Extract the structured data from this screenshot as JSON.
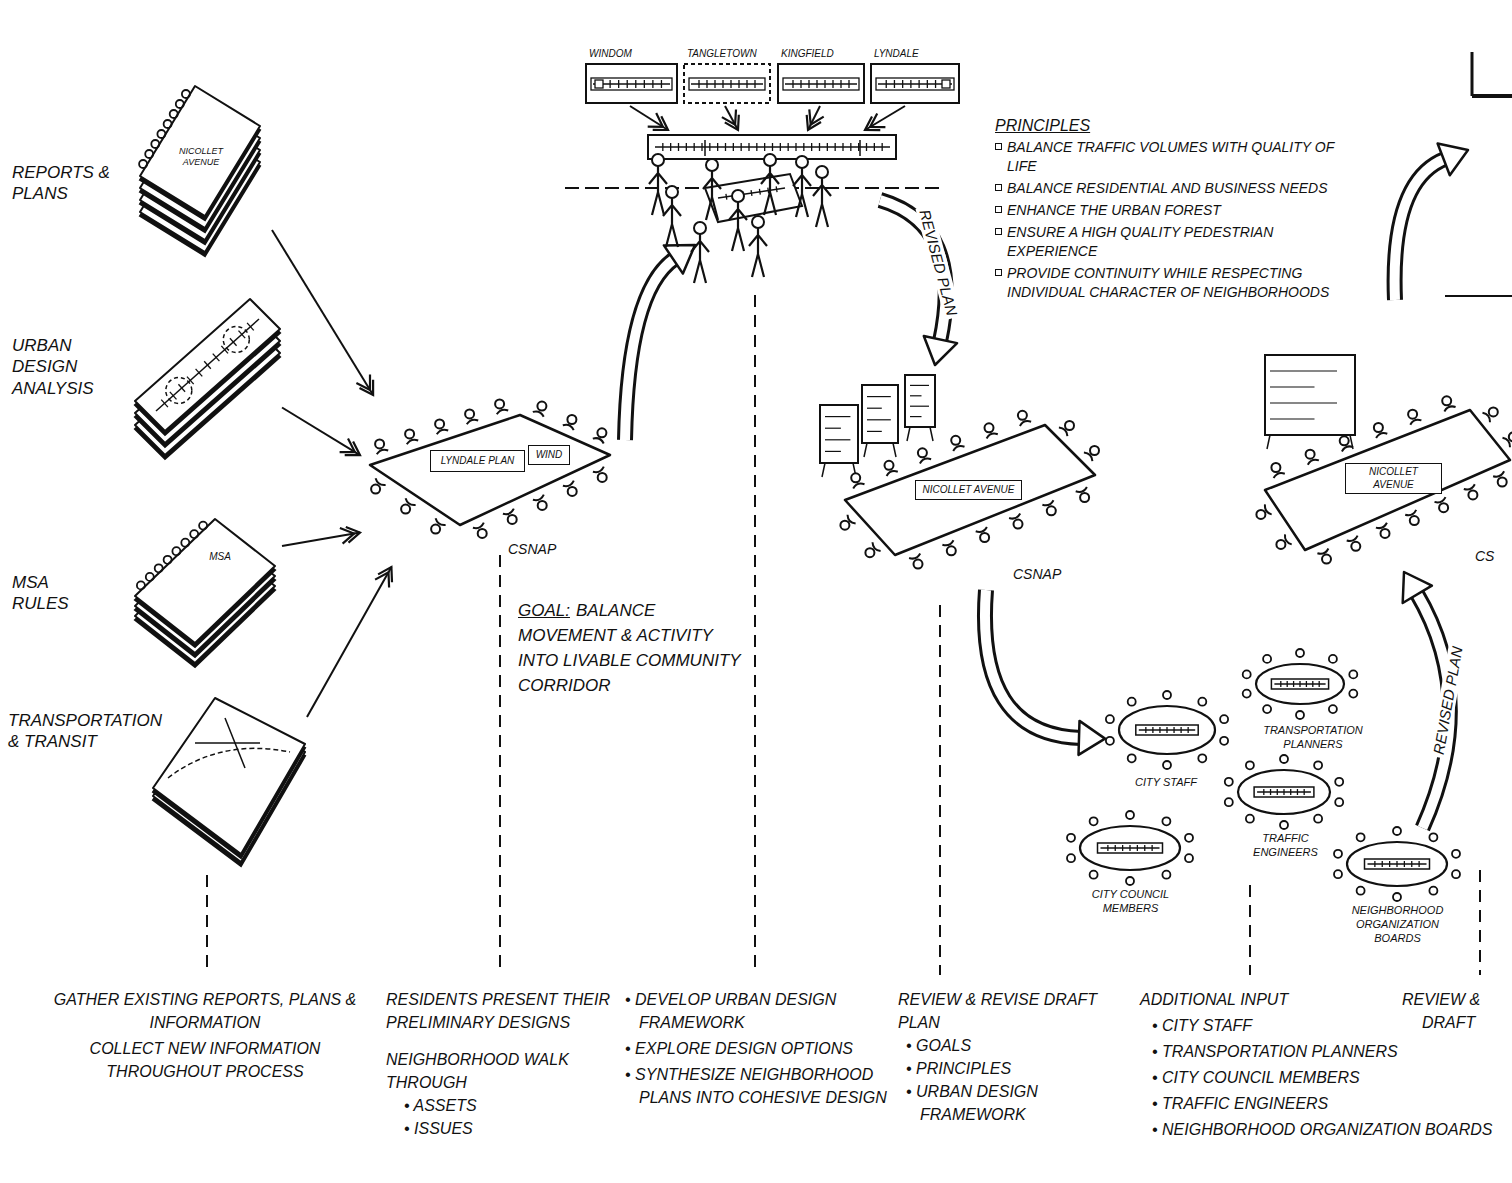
{
  "diagram": {
    "nodes": [
      {
        "text": [
          "REPORTS & PLANS",
          "NICOLLET AVENUE"
        ]
      },
      {
        "text": [
          "URBAN DESIGN ANALYSIS"
        ]
      },
      {
        "text": [
          "MSA RULES",
          "MSA"
        ]
      },
      {
        "text": [
          "TRANSPORTATION & TRANSIT"
        ]
      },
      {
        "text": [
          "CSNAP"
        ]
      },
      {
        "text": [
          "LYNDALE PLAN"
        ],
        "in": 4
      },
      {
        "text": [
          "WIND"
        ],
        "in": 4
      },
      {
        "text": [
          "WINDOM"
        ]
      },
      {
        "text": [
          "TANGLETOWN"
        ]
      },
      {
        "text": [
          "KINGFIELD"
        ]
      },
      {
        "text": [
          "LYNDALE"
        ]
      },
      {
        "text": [
          "CSNAP"
        ]
      },
      {
        "text": [
          "NICOLLET AVENUE"
        ],
        "in": 11
      },
      {
        "text": [
          "CITY STAFF"
        ]
      },
      {
        "text": [
          "TRANSPORTATION PLANNERS"
        ]
      },
      {
        "text": [
          "TRAFFIC ENGINEERS"
        ]
      },
      {
        "text": [
          "CITY COUNCIL MEMBERS"
        ]
      },
      {
        "text": [
          "NEIGHBORHOOD ORGANIZATION BOARDS"
        ]
      },
      {
        "text": [
          "CS"
        ]
      },
      {
        "text": [
          "NICOLLET AVENUE"
        ],
        "in": 18
      }
    ],
    "edges": [
      {
        "from": 0,
        "to": 4,
        "arrow": "to"
      },
      {
        "from": 1,
        "to": 4,
        "arrow": "to"
      },
      {
        "from": 2,
        "to": 4,
        "arrow": "to"
      },
      {
        "from": 3,
        "to": 4,
        "arrow": "to"
      },
      {
        "from": 11,
        "to": 13,
        "arrow": "to"
      },
      {
        "from": 17,
        "to": 18,
        "label": "REVISED PLAN",
        "arrow": "to"
      }
    ],
    "labels": [
      "REVISED PLAN",
      "PRINCIPLES",
      "BALANCE TRAFFIC VOLUMES WITH QUALITY OF LIFE",
      "BALANCE RESIDENTIAL AND BUSINESS NEEDS",
      "ENHANCE THE URBAN FOREST",
      "ENSURE A HIGH QUALITY PEDESTRIAN EXPERIENCE",
      "PROVIDE CONTINUITY WHILE RESPECTING INDIVIDUAL CHARACTER OF NEIGHBORHOODS",
      "GOAL:",
      "BALANCE MOVEMENT & ACTIVITY INTO LIVABLE COMMUNITY CORRIDOR",
      "GATHER EXISTING REPORTS, PLANS & INFORMATION",
      "COLLECT NEW INFORMATION THROUGHOUT PROCESS",
      "RESIDENTS PRESENT THEIR PRELIMINARY DESIGNS",
      "NEIGHBORHOOD WALK THROUGH",
      "• ASSETS",
      "• ISSUES",
      "• DEVELOP URBAN DESIGN FRAMEWORK",
      "• EXPLORE DESIGN OPTIONS",
      "• SYNTHESIZE NEIGHBORHOOD PLANS INTO COHESIVE DESIGN",
      "REVIEW & REVISE DRAFT PLAN",
      "• GOALS",
      "• PRINCIPLES",
      "• URBAN DESIGN FRAMEWORK",
      "ADDITIONAL INPUT",
      "• CITY STAFF",
      "• TRANSPORTATION PLANNERS",
      "• CITY COUNCIL MEMBERS",
      "• TRAFFIC ENGINEERS",
      "• NEIGHBORHOOD ORGANIZATION BOARDS",
      "REVIEW &",
      "DRAFT"
    ]
  }
}
